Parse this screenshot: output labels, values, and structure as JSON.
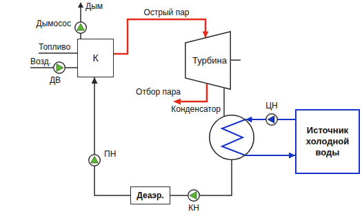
{
  "diagram": {
    "nodes": [
      {
        "text": [
          "Дымосос"
        ]
      },
      {
        "text": [
          "К"
        ]
      },
      {
        "text": [
          "ДВ"
        ]
      },
      {
        "text": [
          "Турбина"
        ]
      },
      {
        "text": [
          "Конденсатор"
        ]
      },
      {
        "text": [
          "ЦН"
        ]
      },
      {
        "text": [
          "Источник холодной воды"
        ]
      },
      {
        "text": [
          "КН"
        ]
      },
      {
        "text": [
          "Деаэр."
        ]
      },
      {
        "text": [
          "ПН"
        ]
      }
    ],
    "edges": [
      {
        "from": 1,
        "to": 0,
        "arrow": "none"
      },
      {
        "from": 2,
        "to": 1,
        "arrow": "none"
      },
      {
        "from": 1,
        "to": 3,
        "label": "Острый пар",
        "arrow": "to"
      },
      {
        "from": 3,
        "to": 4,
        "arrow": "none"
      },
      {
        "from": 6,
        "to": 5,
        "arrow": "none"
      },
      {
        "from": 5,
        "to": 4,
        "arrow": "to"
      },
      {
        "from": 4,
        "to": 6,
        "arrow": "to"
      },
      {
        "from": 4,
        "to": 7,
        "arrow": "none"
      },
      {
        "from": 7,
        "to": 8,
        "arrow": "none"
      },
      {
        "from": 8,
        "to": 9,
        "arrow": "none"
      },
      {
        "from": 9,
        "to": 1,
        "arrow": "to"
      }
    ],
    "labels": [
      "Дым",
      "Топливо",
      "Возд.",
      "Отбор пара"
    ]
  }
}
